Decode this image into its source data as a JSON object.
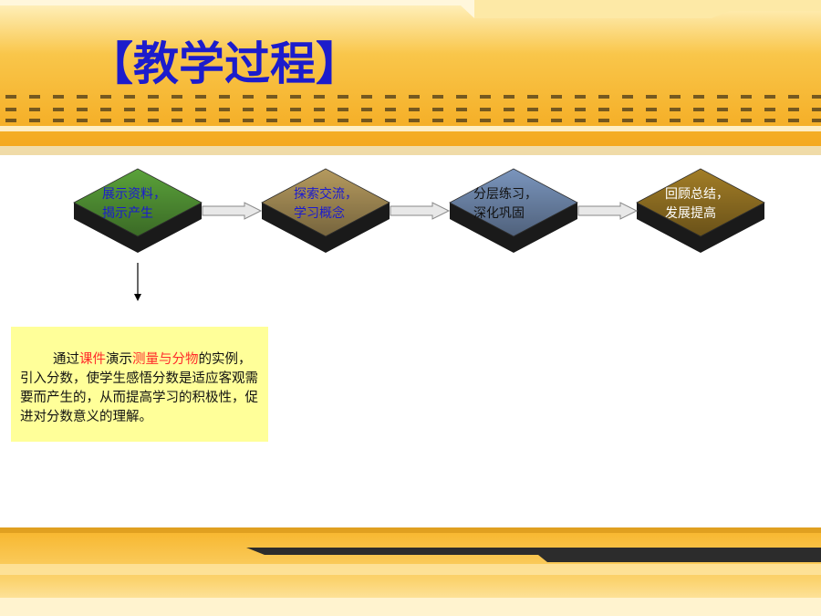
{
  "title": "【教学过程】",
  "steps": [
    {
      "line1": "展示资料，",
      "line2": "揭示产生",
      "fill": "#5aa23a",
      "text_color": "#1a1ad0"
    },
    {
      "line1": "探索交流，",
      "line2": "学习概念",
      "fill": "#b59a5e",
      "text_color": "#1a1ad0"
    },
    {
      "line1": "分层练习，",
      "line2": "深化巩固",
      "fill": "#7a95bd",
      "text_color": "#111111"
    },
    {
      "line1": "回顾总结，",
      "line2": "发展提高",
      "fill": "#a27d26",
      "text_color": "#ffffff"
    }
  ],
  "note": {
    "p1": "通过",
    "h1": "课件",
    "p2": "演示",
    "h2": "测量与分物",
    "p3": "的实例，引入分数，使学生感悟分数是适应客观需要而产生的，从而提高学习的积极性，促进对分数意义的理解。"
  },
  "colors": {
    "title": "#1c1ccc",
    "highlight": "#ff2a2a",
    "note_bg": "#ffff99",
    "band": "#f6b126"
  }
}
